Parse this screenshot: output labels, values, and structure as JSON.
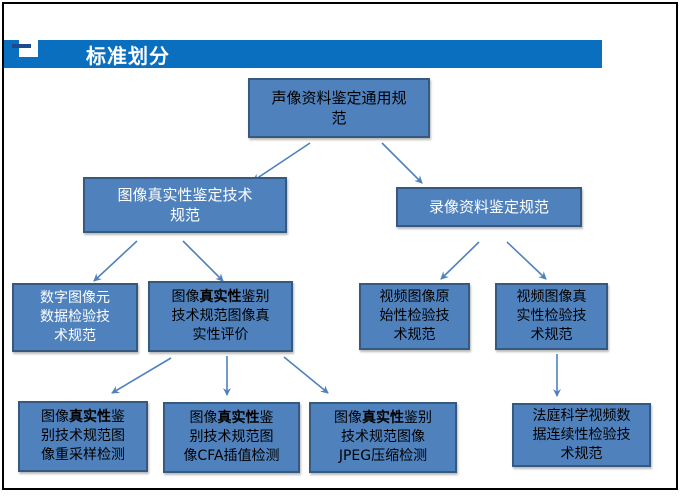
{
  "slide": {
    "title": "标准划分"
  },
  "colors": {
    "title_bar": "#0B6FC0",
    "title_text": "#FFFFFF",
    "node_fill": "#4F81BD",
    "node_border": "#36597F",
    "arrow": "#4F81BD",
    "node_text_dark": "#000000",
    "node_text_light": "#FFFFFF"
  },
  "nodes": {
    "root": {
      "line1": "声像资料鉴定通用规",
      "line2": "范"
    },
    "image_auth_spec": {
      "line1": "图像真实性鉴定技术",
      "line2": "规范"
    },
    "video_record_spec": {
      "line1": "录像资料鉴定规范"
    },
    "metadata_exam": {
      "line1": "数字图像元",
      "line2": "数据检验技",
      "line3": "术规范"
    },
    "authenticity_eval": {
      "l1_pre": "图像",
      "l1_bold": "真实性",
      "l1_post": "鉴别",
      "line2": "技术规范图像真",
      "line3": "实性评价"
    },
    "video_original": {
      "line1": "视频图像原",
      "line2": "始性检验技",
      "line3": "术规范"
    },
    "video_authenticity": {
      "line1": "视频图像真",
      "line2": "实性检验技",
      "line3": "术规范"
    },
    "resample_detect": {
      "l1_pre": "图像",
      "l1_bold": "真实性",
      "l1_post": "鉴",
      "line2": "别技术规范图",
      "line3": "像重采样检测"
    },
    "cfa_detect": {
      "l1_pre": "图像",
      "l1_bold": "真实性",
      "l1_post": "鉴",
      "line2": "别技术规范图",
      "line3": "像CFA插值检测"
    },
    "jpeg_detect": {
      "l1_pre": "图像",
      "l1_bold": "真实性",
      "l1_post": "鉴别",
      "line2": "技术规范图像",
      "line3": "JPEG压缩检测"
    },
    "continuity_exam": {
      "line1": "法庭科学视频数",
      "line2": "据连续性检验技",
      "line3": "术规范"
    }
  }
}
